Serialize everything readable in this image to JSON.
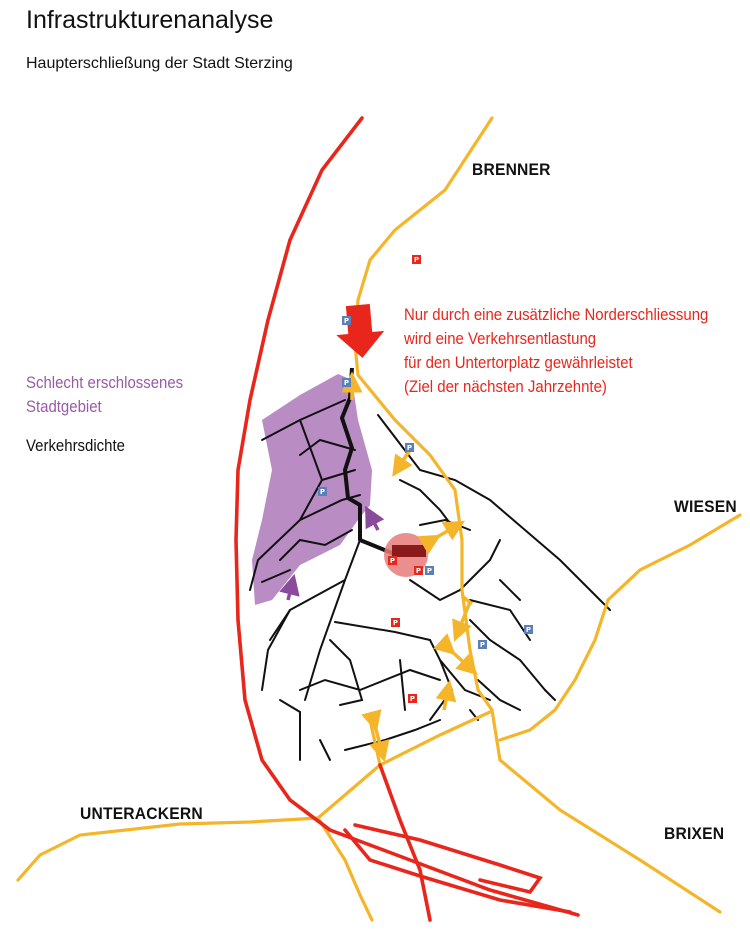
{
  "header": {
    "title": "Infrastrukturenanalyse",
    "subtitle": "Haupterschließung der Stadt Sterzing"
  },
  "places": {
    "brenner": "BRENNER",
    "wiesen": "WIESEN",
    "unterackern": "UNTERACKERN",
    "brixen": "BRIXEN"
  },
  "annotations": {
    "red_lines": [
      "Nur durch eine zusätzliche Norderschliessung",
      "wird eine Verkehrsentlastung",
      "für den Untertorplatz gewährleistet",
      "(Ziel der nächsten Jahrzehnte)"
    ],
    "purple_lines": [
      "Schlecht erschlossenes",
      "Stadtgebiet"
    ],
    "density_label": "Verkehrsdichte"
  },
  "parking_symbol": "P",
  "colors": {
    "highway": "#e8261c",
    "main_road": "#f5b52a",
    "street": "#111111",
    "underserved_area": "#b98cc4",
    "arrow_purple": "#8a4c9a",
    "congestion": "#e87a7a",
    "parking_red": "#e8261c",
    "parking_blue": "#5b7fb8"
  }
}
